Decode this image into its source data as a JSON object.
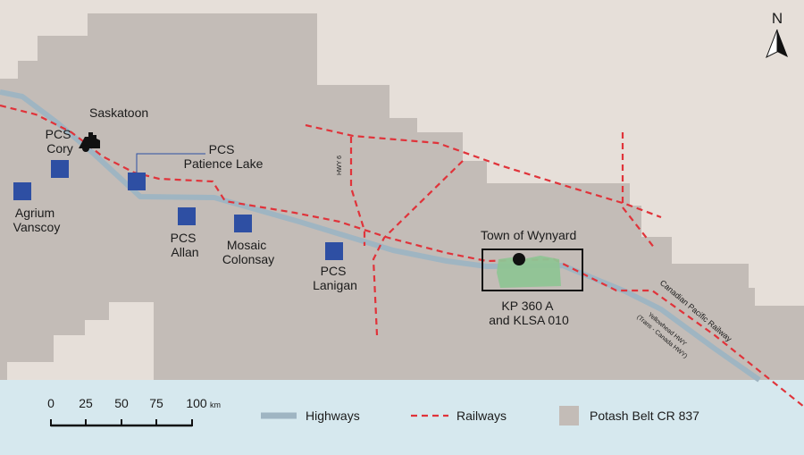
{
  "north_label": "N",
  "places": {
    "saskatoon": "Saskatoon",
    "pcs_cory": [
      "PCS",
      "Cory"
    ],
    "pcs_patience_lake": [
      "PCS",
      "Patience Lake"
    ],
    "agrium_vanscoy": [
      "Agrium",
      "Vanscoy"
    ],
    "pcs_allan": [
      "PCS",
      "Allan"
    ],
    "mosaic_colonsay": [
      "Mosaic",
      "Colonsay"
    ],
    "pcs_lanigan": [
      "PCS",
      "Lanigan"
    ],
    "town_of_wynyard": "Town of Wynyard",
    "kp360": [
      "KP 360 A",
      "and KLSA 010"
    ]
  },
  "roads": {
    "hwy6": "HWY 6",
    "canadian_pacific": "Canadian Pacific Railway",
    "yellowhead": [
      "Yellowhead HWY",
      "(Trans - Canada HWY)"
    ]
  },
  "scale": {
    "ticks": [
      "0",
      "25",
      "50",
      "75",
      "100"
    ],
    "unit": "km"
  },
  "legend": {
    "highways": "Highways",
    "railways": "Railways",
    "potash_belt": "Potash Belt CR 837"
  },
  "colors": {
    "background": "#e6dfd9",
    "potash_belt": "#c3bcb7",
    "water": "#d6e8ee",
    "highway": "#9fb5c2",
    "railway": "#e0333a",
    "mine": "#2e4fa3",
    "project_area": "#8fc493"
  }
}
